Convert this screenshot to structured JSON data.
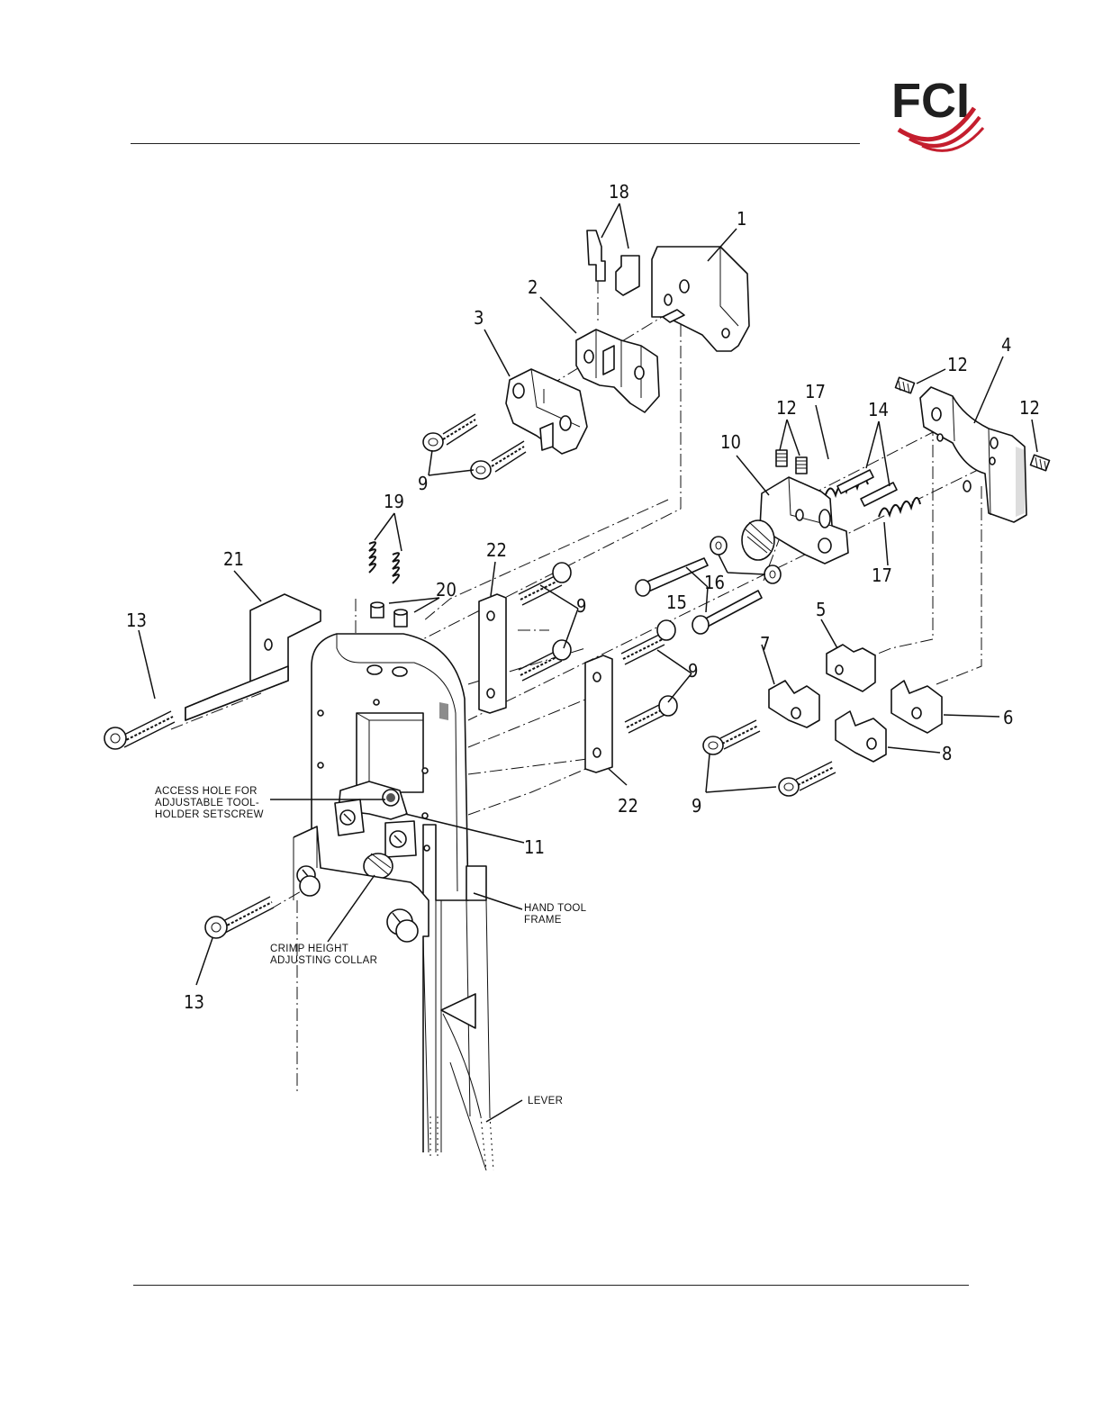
{
  "header": {
    "logo_text": "FCI",
    "brand_color": "#1f1f1f",
    "accent_color": "#c41e2e"
  },
  "diagram": {
    "callouts": {
      "c1": "1",
      "c2": "2",
      "c3": "3",
      "c4": "4",
      "c5": "5",
      "c6": "6",
      "c7": "7",
      "c8": "8",
      "c9a": "9",
      "c9b": "9",
      "c9c": "9",
      "c9d": "9",
      "c10": "10",
      "c11": "11",
      "c12a": "12",
      "c12b": "12",
      "c12c": "12",
      "c13a": "13",
      "c13b": "13",
      "c14": "14",
      "c15": "15",
      "c16": "16",
      "c17a": "17",
      "c17b": "17",
      "c18": "18",
      "c19": "19",
      "c20": "20",
      "c21": "21",
      "c22a": "22",
      "c22b": "22"
    },
    "notes": {
      "access_hole_1": "ACCESS HOLE FOR",
      "access_hole_2": "ADJUSTABLE TOOL-",
      "access_hole_3": "HOLDER SETSCREW",
      "crimp_1": "CRIMP HEIGHT",
      "crimp_2": "ADJUSTING COLLAR",
      "frame_1": "HAND TOOL",
      "frame_2": "FRAME",
      "lever": "LEVER"
    }
  }
}
